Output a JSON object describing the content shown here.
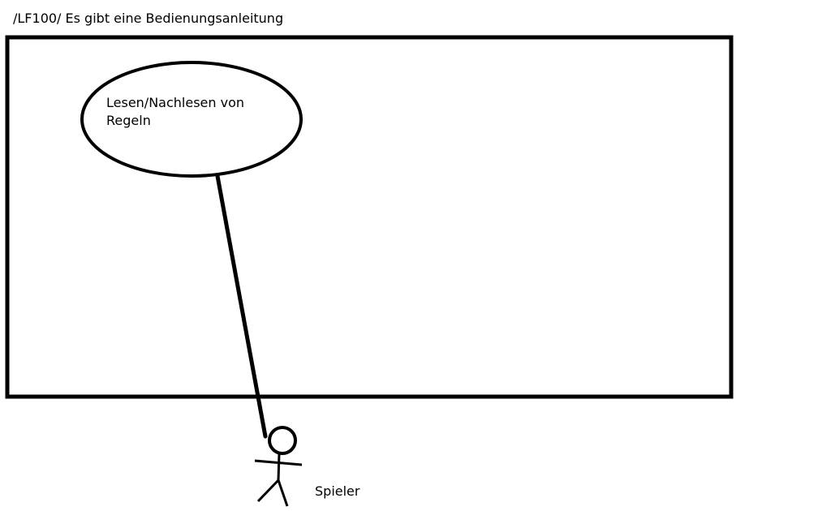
{
  "diagram": {
    "title": "/LF100/ Es gibt eine Bedienungsanleitung",
    "use_case": {
      "label_line1": "Lesen/Nachlesen von",
      "label_line2": "Regeln"
    },
    "actor": {
      "label": "Spieler"
    },
    "stroke_color": "#000000",
    "background_color": "#ffffff"
  }
}
